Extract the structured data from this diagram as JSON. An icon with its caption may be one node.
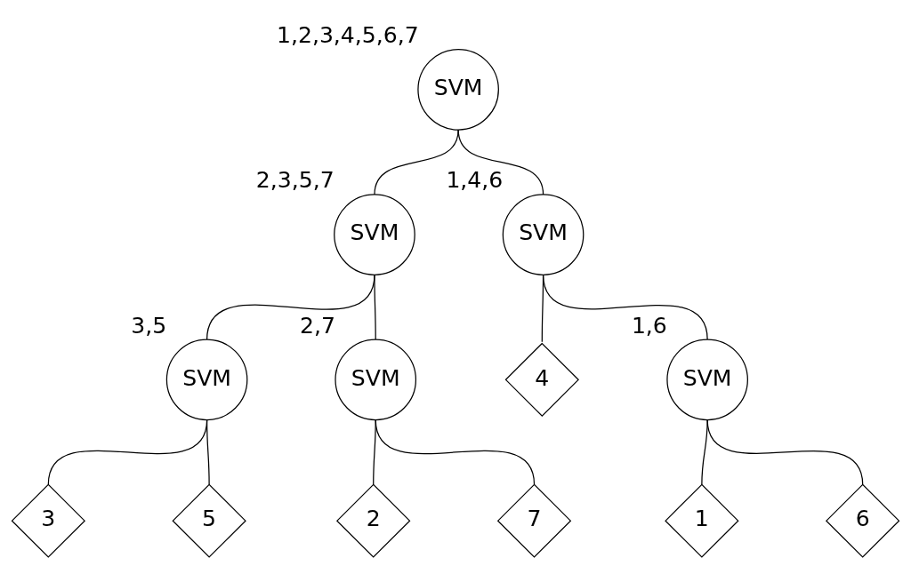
{
  "diagram": {
    "nodes": [
      {
        "text": [
          "SVM"
        ],
        "beside": [
          "1,2,3,4,5,6,7"
        ]
      },
      {
        "text": [
          "SVM"
        ],
        "beside": [
          "2,3,5,7"
        ]
      },
      {
        "text": [
          "SVM"
        ],
        "beside": [
          "1,4,6"
        ]
      },
      {
        "text": [
          "SVM"
        ],
        "beside": [
          "3,5"
        ]
      },
      {
        "text": [
          "SVM"
        ],
        "beside": [
          "2,7"
        ]
      },
      {
        "text": [
          "4"
        ]
      },
      {
        "text": [
          "SVM"
        ],
        "beside": [
          "1,6"
        ]
      },
      {
        "text": [
          "3"
        ]
      },
      {
        "text": [
          "5"
        ]
      },
      {
        "text": [
          "2"
        ]
      },
      {
        "text": [
          "7"
        ]
      },
      {
        "text": [
          "1"
        ]
      },
      {
        "text": [
          "6"
        ]
      }
    ],
    "edges": [
      {
        "from": 0,
        "to": 1,
        "arrow": "none"
      },
      {
        "from": 0,
        "to": 2,
        "arrow": "none"
      },
      {
        "from": 1,
        "to": 3,
        "arrow": "none"
      },
      {
        "from": 1,
        "to": 4,
        "arrow": "none"
      },
      {
        "from": 2,
        "to": 5,
        "arrow": "none"
      },
      {
        "from": 2,
        "to": 6,
        "arrow": "none"
      },
      {
        "from": 3,
        "to": 7,
        "arrow": "none"
      },
      {
        "from": 3,
        "to": 8,
        "arrow": "none"
      },
      {
        "from": 4,
        "to": 9,
        "arrow": "none"
      },
      {
        "from": 4,
        "to": 10,
        "arrow": "none"
      },
      {
        "from": 6,
        "to": 11,
        "arrow": "none"
      },
      {
        "from": 6,
        "to": 12,
        "arrow": "none"
      }
    ]
  }
}
